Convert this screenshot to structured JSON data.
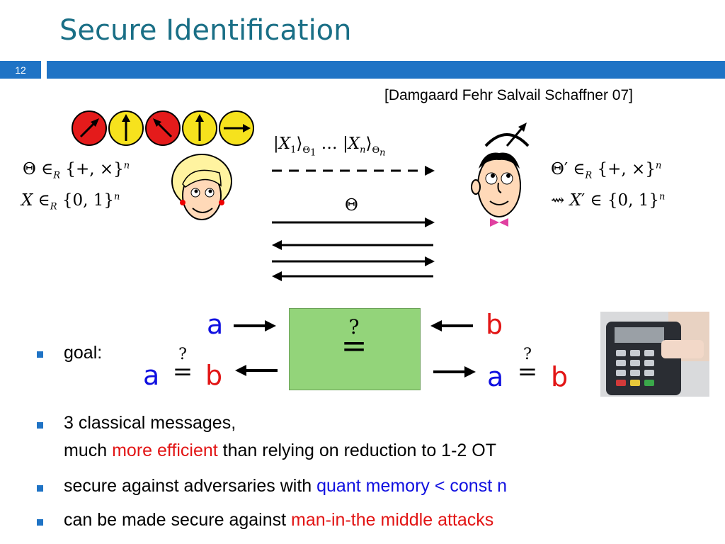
{
  "slide": {
    "title": "Secure Identification",
    "number": "12",
    "citation": "[Damgaard Fehr Salvail Schaffner 07]"
  },
  "protocol": {
    "alice_line1": "Θ ∈R {+,×}n",
    "bob_line1": "Θ′ ∈R {+,×}n",
    "quantum_label": "|X1⟩Θ1 … |Xn⟩Θn",
    "theta_label": "Θ"
  },
  "comparison": {
    "left_input": "a",
    "right_input": "b",
    "box_symbol": "?",
    "left_result_a": "a",
    "left_result_b": "b",
    "right_result_a": "a",
    "right_result_b": "b",
    "question": "?"
  },
  "bullets": {
    "goal": "goal:",
    "item2_line1": "3 classical messages,",
    "item2_line2_pre": "much ",
    "item2_line2_highlight": "more efficient",
    "item2_line2_post": " than relying on reduction to 1-2 OT",
    "item3_pre": "secure against adversaries with ",
    "item3_highlight": "quant memory < const n",
    "item4_pre": "can be made secure against ",
    "item4_highlight": "man-in-the middle attacks"
  },
  "colors": {
    "title": "#1a6f86",
    "accent_bar": "#1f73c5",
    "box_green": "#93d47a",
    "blue_text": "#1010e0",
    "red_text": "#e21515"
  }
}
